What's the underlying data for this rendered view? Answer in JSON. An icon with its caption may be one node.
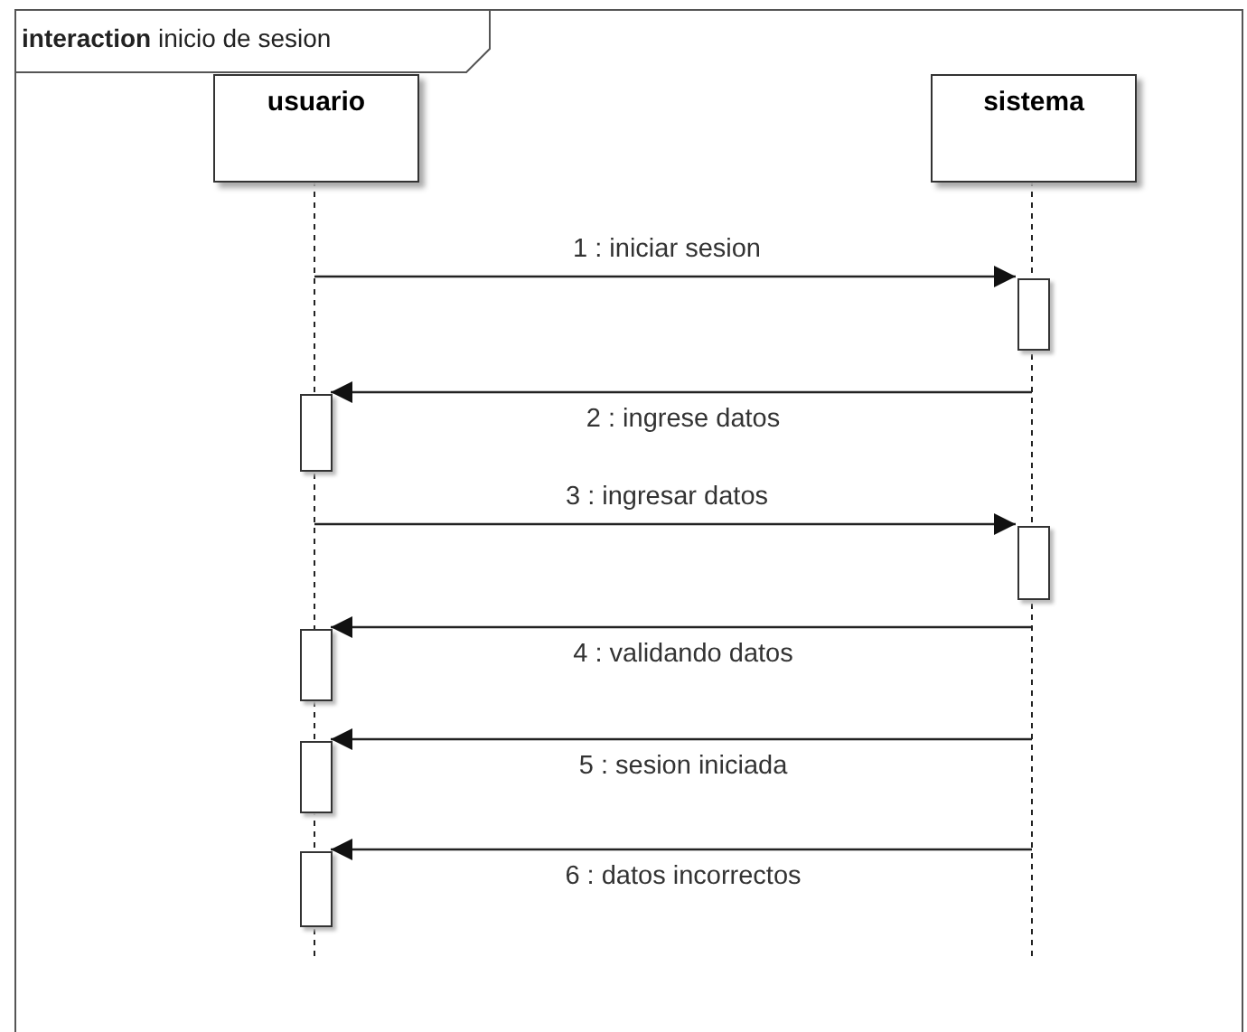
{
  "diagram": {
    "nodes": [
      {
        "text": [
          "**interaction** inicio de sesion"
        ]
      },
      {
        "text": [
          "usuario"
        ],
        "in": 0
      },
      {
        "text": [
          "sistema"
        ],
        "in": 0
      },
      {
        "text": [],
        "shape": "bar",
        "in": 0
      },
      {
        "text": [],
        "shape": "bar",
        "in": 0
      },
      {
        "text": [],
        "shape": "bar",
        "in": 0
      },
      {
        "text": [],
        "shape": "bar",
        "in": 0
      },
      {
        "text": [],
        "shape": "bar",
        "in": 0
      },
      {
        "text": [],
        "shape": "bar",
        "in": 0
      }
    ],
    "edges": [
      {
        "from": null,
        "to": 3,
        "arrow": "to",
        "label": "1 : iniciar sesion"
      },
      {
        "from": null,
        "to": 4,
        "arrow": "to",
        "label": "2 : ingrese datos"
      },
      {
        "from": null,
        "to": 5,
        "arrow": "to",
        "label": "3 : ingresar datos"
      },
      {
        "from": null,
        "to": 6,
        "arrow": "to",
        "label": "4 : validando datos"
      },
      {
        "from": null,
        "to": 7,
        "arrow": "to",
        "label": "5 : sesion iniciada"
      },
      {
        "from": null,
        "to": 8,
        "arrow": "to",
        "label": "6 : datos incorrectos"
      }
    ]
  }
}
